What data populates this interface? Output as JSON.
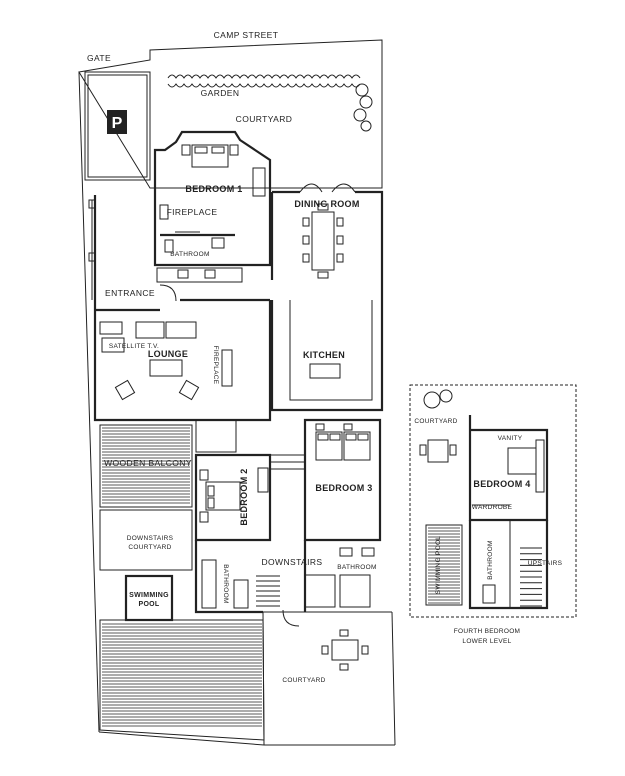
{
  "labels": {
    "camp_street": "CAMP STREET",
    "gate": "GATE",
    "garden": "GARDEN",
    "courtyard_top": "COURTYARD",
    "parking": "P",
    "bedroom1": "BEDROOM 1",
    "fireplace1": "FIREPLACE",
    "bathroom1": "BATHROOM",
    "dining_room": "DINING ROOM",
    "entrance": "ENTRANCE",
    "satellite_tv": "SATELLITE T.V.",
    "lounge": "LOUNGE",
    "fireplace2": "FIREPLACE",
    "kitchen": "KITCHEN",
    "wooden_balcony": "WOODEN BALCONY",
    "bedroom2": "BEDROOM 2",
    "bedroom3": "BEDROOM 3",
    "downstairs_courtyard_line1": "DOWNSTAIRS",
    "downstairs_courtyard_line2": "COURTYARD",
    "swimming_pool_line1": "SWIMMING",
    "swimming_pool_line2": "POOL",
    "downstairs": "DOWNSTAIRS",
    "bathroom2": "BATHROOM",
    "bathroom3": "BATHROOM",
    "courtyard_bottom": "COURTYARD",
    "courtyard_inset": "COURTYARD",
    "vanity": "VANITY",
    "bedroom4": "BEDROOM 4",
    "wardrobe": "WARDROBE",
    "swimming_pool_inset": "SWIMMING POOL",
    "bathroom_inset": "BATHROOM",
    "upstairs": "UPSTAIRS",
    "fourth_bedroom_line1": "FOURTH BEDROOM",
    "fourth_bedroom_line2": "LOWER LEVEL"
  }
}
